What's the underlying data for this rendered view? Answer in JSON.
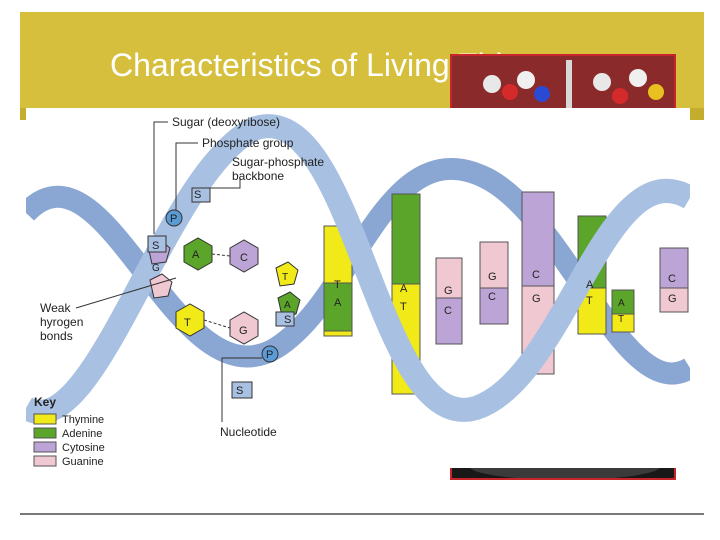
{
  "slide": {
    "title": "Characteristics of Living Things",
    "colors": {
      "title_band": "#d6bf3c",
      "photo_border": "#c8242c",
      "thymine": "#f2ea18",
      "adenine": "#5aa52a",
      "cytosine": "#bda4d6",
      "guanine": "#f0c8d2",
      "backbone": "#9fb8dc"
    }
  },
  "diagram": {
    "labels": {
      "sugar": "Sugar (deoxyribose)",
      "phosphate": "Phosphate group",
      "backbone_line1": "Sugar-phosphate",
      "backbone_line2": "backbone",
      "weak_line1": "Weak",
      "weak_line2": "hyrogen",
      "weak_line3": "bonds",
      "nucleotide": "Nucleotide"
    },
    "key": {
      "title": "Key",
      "items": [
        "Thymine",
        "Adenine",
        "Cytosine",
        "Guanine"
      ]
    },
    "letters": {
      "s": "S",
      "p": "P",
      "a": "A",
      "c": "C",
      "t": "T",
      "g": "G"
    }
  }
}
